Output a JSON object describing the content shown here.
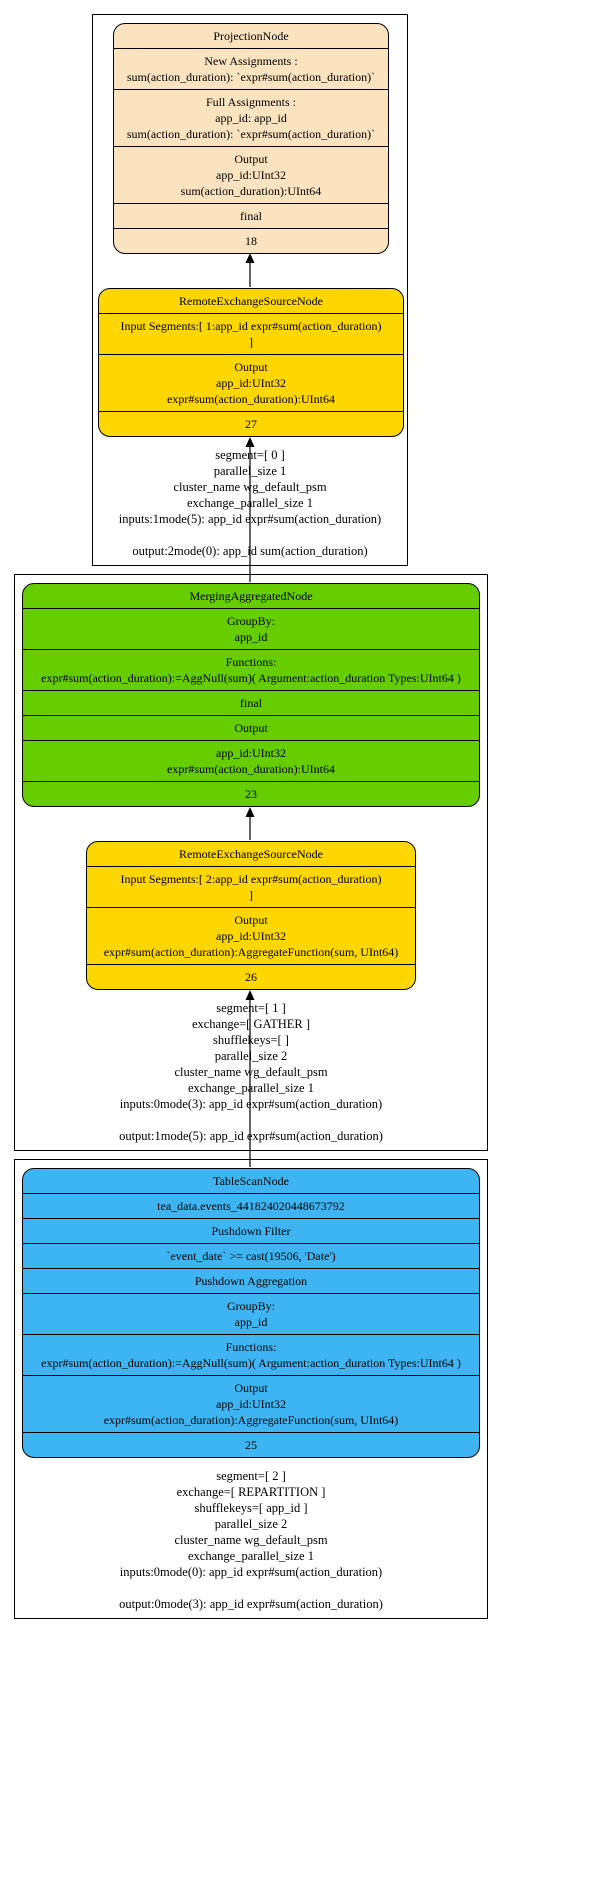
{
  "colors": {
    "projection_node": "#fbe3c0",
    "exchange_node": "#ffd700",
    "merging_aggregated_node": "#66cd00",
    "table_scan_node": "#3eb5f2",
    "edge": "#000000"
  },
  "clusters": [
    {
      "name": "segment 0",
      "label": "segment=[ 0 ]\nparallel_size 1\ncluster_name wg_default_psm\nexchange_parallel_size 1\ninputs:1mode(5): app_id expr#sum(action_duration)\n\noutput:2mode(0): app_id sum(action_duration)",
      "nodes": [
        {
          "id": "ProjectionNode 18",
          "cells": [
            "ProjectionNode",
            "New Assignments :\nsum(action_duration): `expr#sum(action_duration)`",
            "Full Assignments :\napp_id: app_id\nsum(action_duration): `expr#sum(action_duration)`",
            "Output\napp_id:UInt32\nsum(action_duration):UInt64",
            "final",
            "18"
          ]
        },
        {
          "id": "RemoteExchangeSourceNode 27",
          "cells": [
            "RemoteExchangeSourceNode",
            "Input Segments:[ 1:app_id expr#sum(action_duration)\n]",
            "Output\napp_id:UInt32\nexpr#sum(action_duration):UInt64",
            "27"
          ]
        }
      ]
    },
    {
      "name": "segment 1",
      "label": "segment=[ 1 ]\nexchange=[ GATHER ]\nshufflekeys=[  ]\nparallel_size 2\ncluster_name wg_default_psm\nexchange_parallel_size 1\ninputs:0mode(3): app_id expr#sum(action_duration)\n\noutput:1mode(5): app_id expr#sum(action_duration)",
      "nodes": [
        {
          "id": "MergingAggregatedNode 23",
          "cells": [
            "MergingAggregatedNode",
            "GroupBy:\napp_id",
            "Functions:\nexpr#sum(action_duration):=AggNull(sum)( Argument:action_duration Types:UInt64 )",
            "final",
            "Output",
            "app_id:UInt32\nexpr#sum(action_duration):UInt64",
            "23"
          ]
        },
        {
          "id": "RemoteExchangeSourceNode 26",
          "cells": [
            "RemoteExchangeSourceNode",
            "Input Segments:[ 2:app_id expr#sum(action_duration)\n]",
            "Output\napp_id:UInt32\nexpr#sum(action_duration):AggregateFunction(sum, UInt64)",
            "26"
          ]
        }
      ]
    },
    {
      "name": "segment 2",
      "label": "segment=[ 2 ]\nexchange=[ REPARTITION ]\nshufflekeys=[ app_id  ]\nparallel_size 2\ncluster_name wg_default_psm\nexchange_parallel_size 1\ninputs:0mode(0): app_id expr#sum(action_duration)\n\noutput:0mode(3): app_id expr#sum(action_duration)",
      "nodes": [
        {
          "id": "TableScanNode 25",
          "cells": [
            "TableScanNode",
            "tea_data.events_441824020448673792",
            "Pushdown Filter",
            "`event_date` >= cast(19506, 'Date')",
            "Pushdown Aggregation",
            "GroupBy:\napp_id",
            "Functions:\nexpr#sum(action_duration):=AggNull(sum)( Argument:action_duration Types:UInt64 )",
            "Output\napp_id:UInt32\nexpr#sum(action_duration):AggregateFunction(sum, UInt64)",
            "25"
          ]
        }
      ]
    }
  ]
}
